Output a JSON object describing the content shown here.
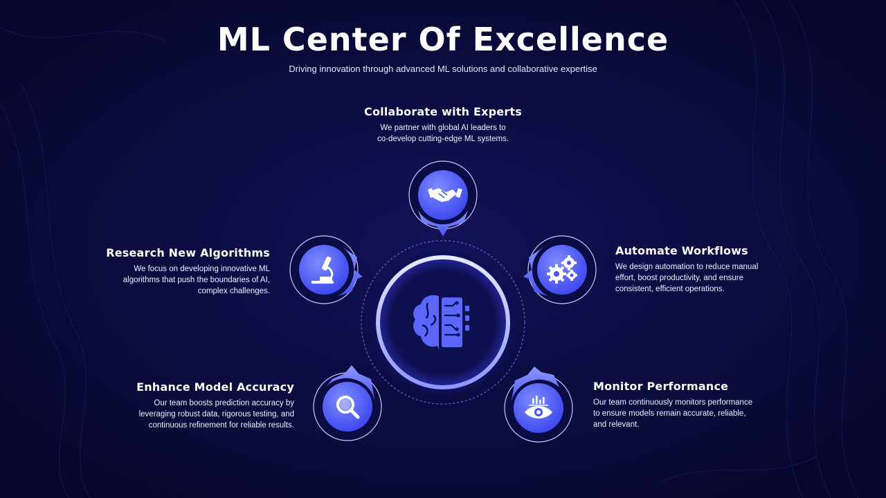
{
  "header": {
    "title": "ML Center Of Excellence",
    "subtitle": "Driving innovation through advanced ML solutions and collaborative expertise"
  },
  "features": {
    "collaborate": {
      "title": "Collaborate with Experts",
      "lines": [
        "We partner with global AI leaders to",
        "co-develop cutting-edge ML systems."
      ],
      "icon": "handshake-icon"
    },
    "automate": {
      "title": "Automate Workflows",
      "lines": [
        "We design automation to reduce manual",
        "effort, boost productivity, and ensure",
        "consistent, efficient operations."
      ],
      "icon": "gears-icon"
    },
    "monitor": {
      "title": "Monitor Performance",
      "lines": [
        "Our team continuously monitors performance",
        "to ensure models remain accurate, reliable,",
        "and relevant."
      ],
      "icon": "eye-chart-icon"
    },
    "enhance": {
      "title": "Enhance Model Accuracy",
      "lines": [
        "Our team boosts prediction accuracy by",
        "leveraging robust data, rigorous testing, and",
        "continuous refinement for reliable results."
      ],
      "icon": "magnifier-icon"
    },
    "research": {
      "title": "Research New Algorithms",
      "lines": [
        "We focus on developing innovative ML",
        "algorithms that push the boundaries of AI,",
        "complex challenges."
      ],
      "icon": "microscope-icon"
    }
  },
  "center_icon": "brain-circuit-icon",
  "colors": {
    "background": "#0a0a3a",
    "accent": "#5566ff",
    "accent_light": "#8b97ff",
    "ring": "#c9ceff"
  }
}
